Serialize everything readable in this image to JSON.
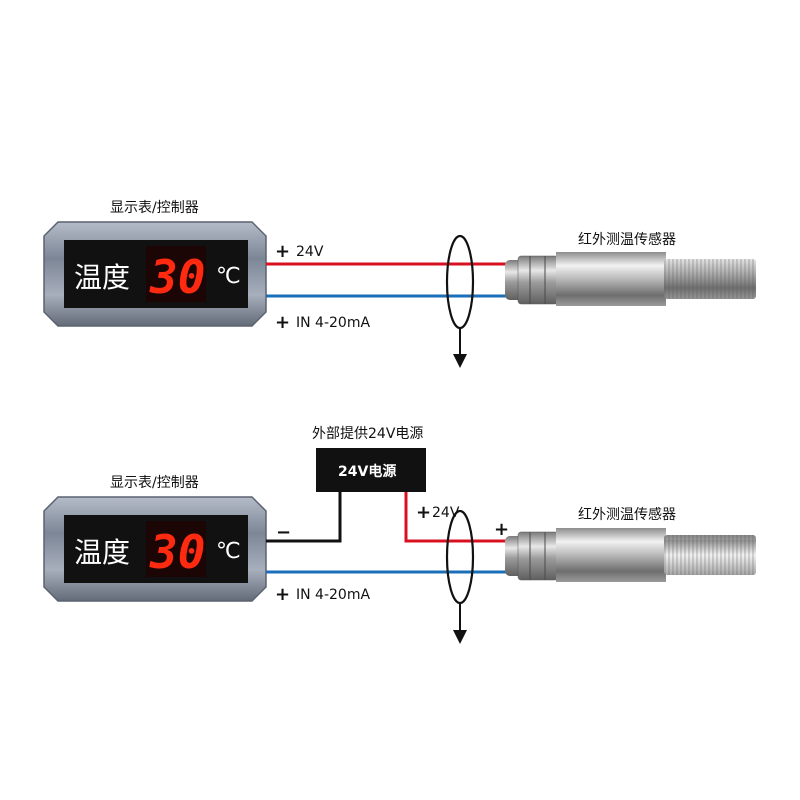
{
  "top": {
    "display_title": "显示表/控制器",
    "display_label": "温度",
    "display_value": "30",
    "display_unit": "℃",
    "plus_24v": "24V",
    "in_signal": "IN 4-20mA",
    "sensor_title": "红外测温传感器",
    "plus_sign": "+"
  },
  "bottom": {
    "display_title": "显示表/控制器",
    "display_label": "温度",
    "display_value": "30",
    "display_unit": "℃",
    "ext_power_title": "外部提供24V电源",
    "psu_label": "24V电源",
    "minus_sign": "−",
    "plus_sign": "+",
    "plus_24v": "24V",
    "in_signal": "IN 4-20mA",
    "sensor_title": "红外测温传感器"
  },
  "colors": {
    "red_wire": "#d81020",
    "blue_wire": "#1a6fb8",
    "black_wire": "#111111",
    "panel_bezel": "#8a93a3",
    "panel_screen": "#111111",
    "digit_red": "#ff2a10"
  },
  "icons": [
    "ground-arrow-icon",
    "cable-shield-ellipse-icon"
  ]
}
